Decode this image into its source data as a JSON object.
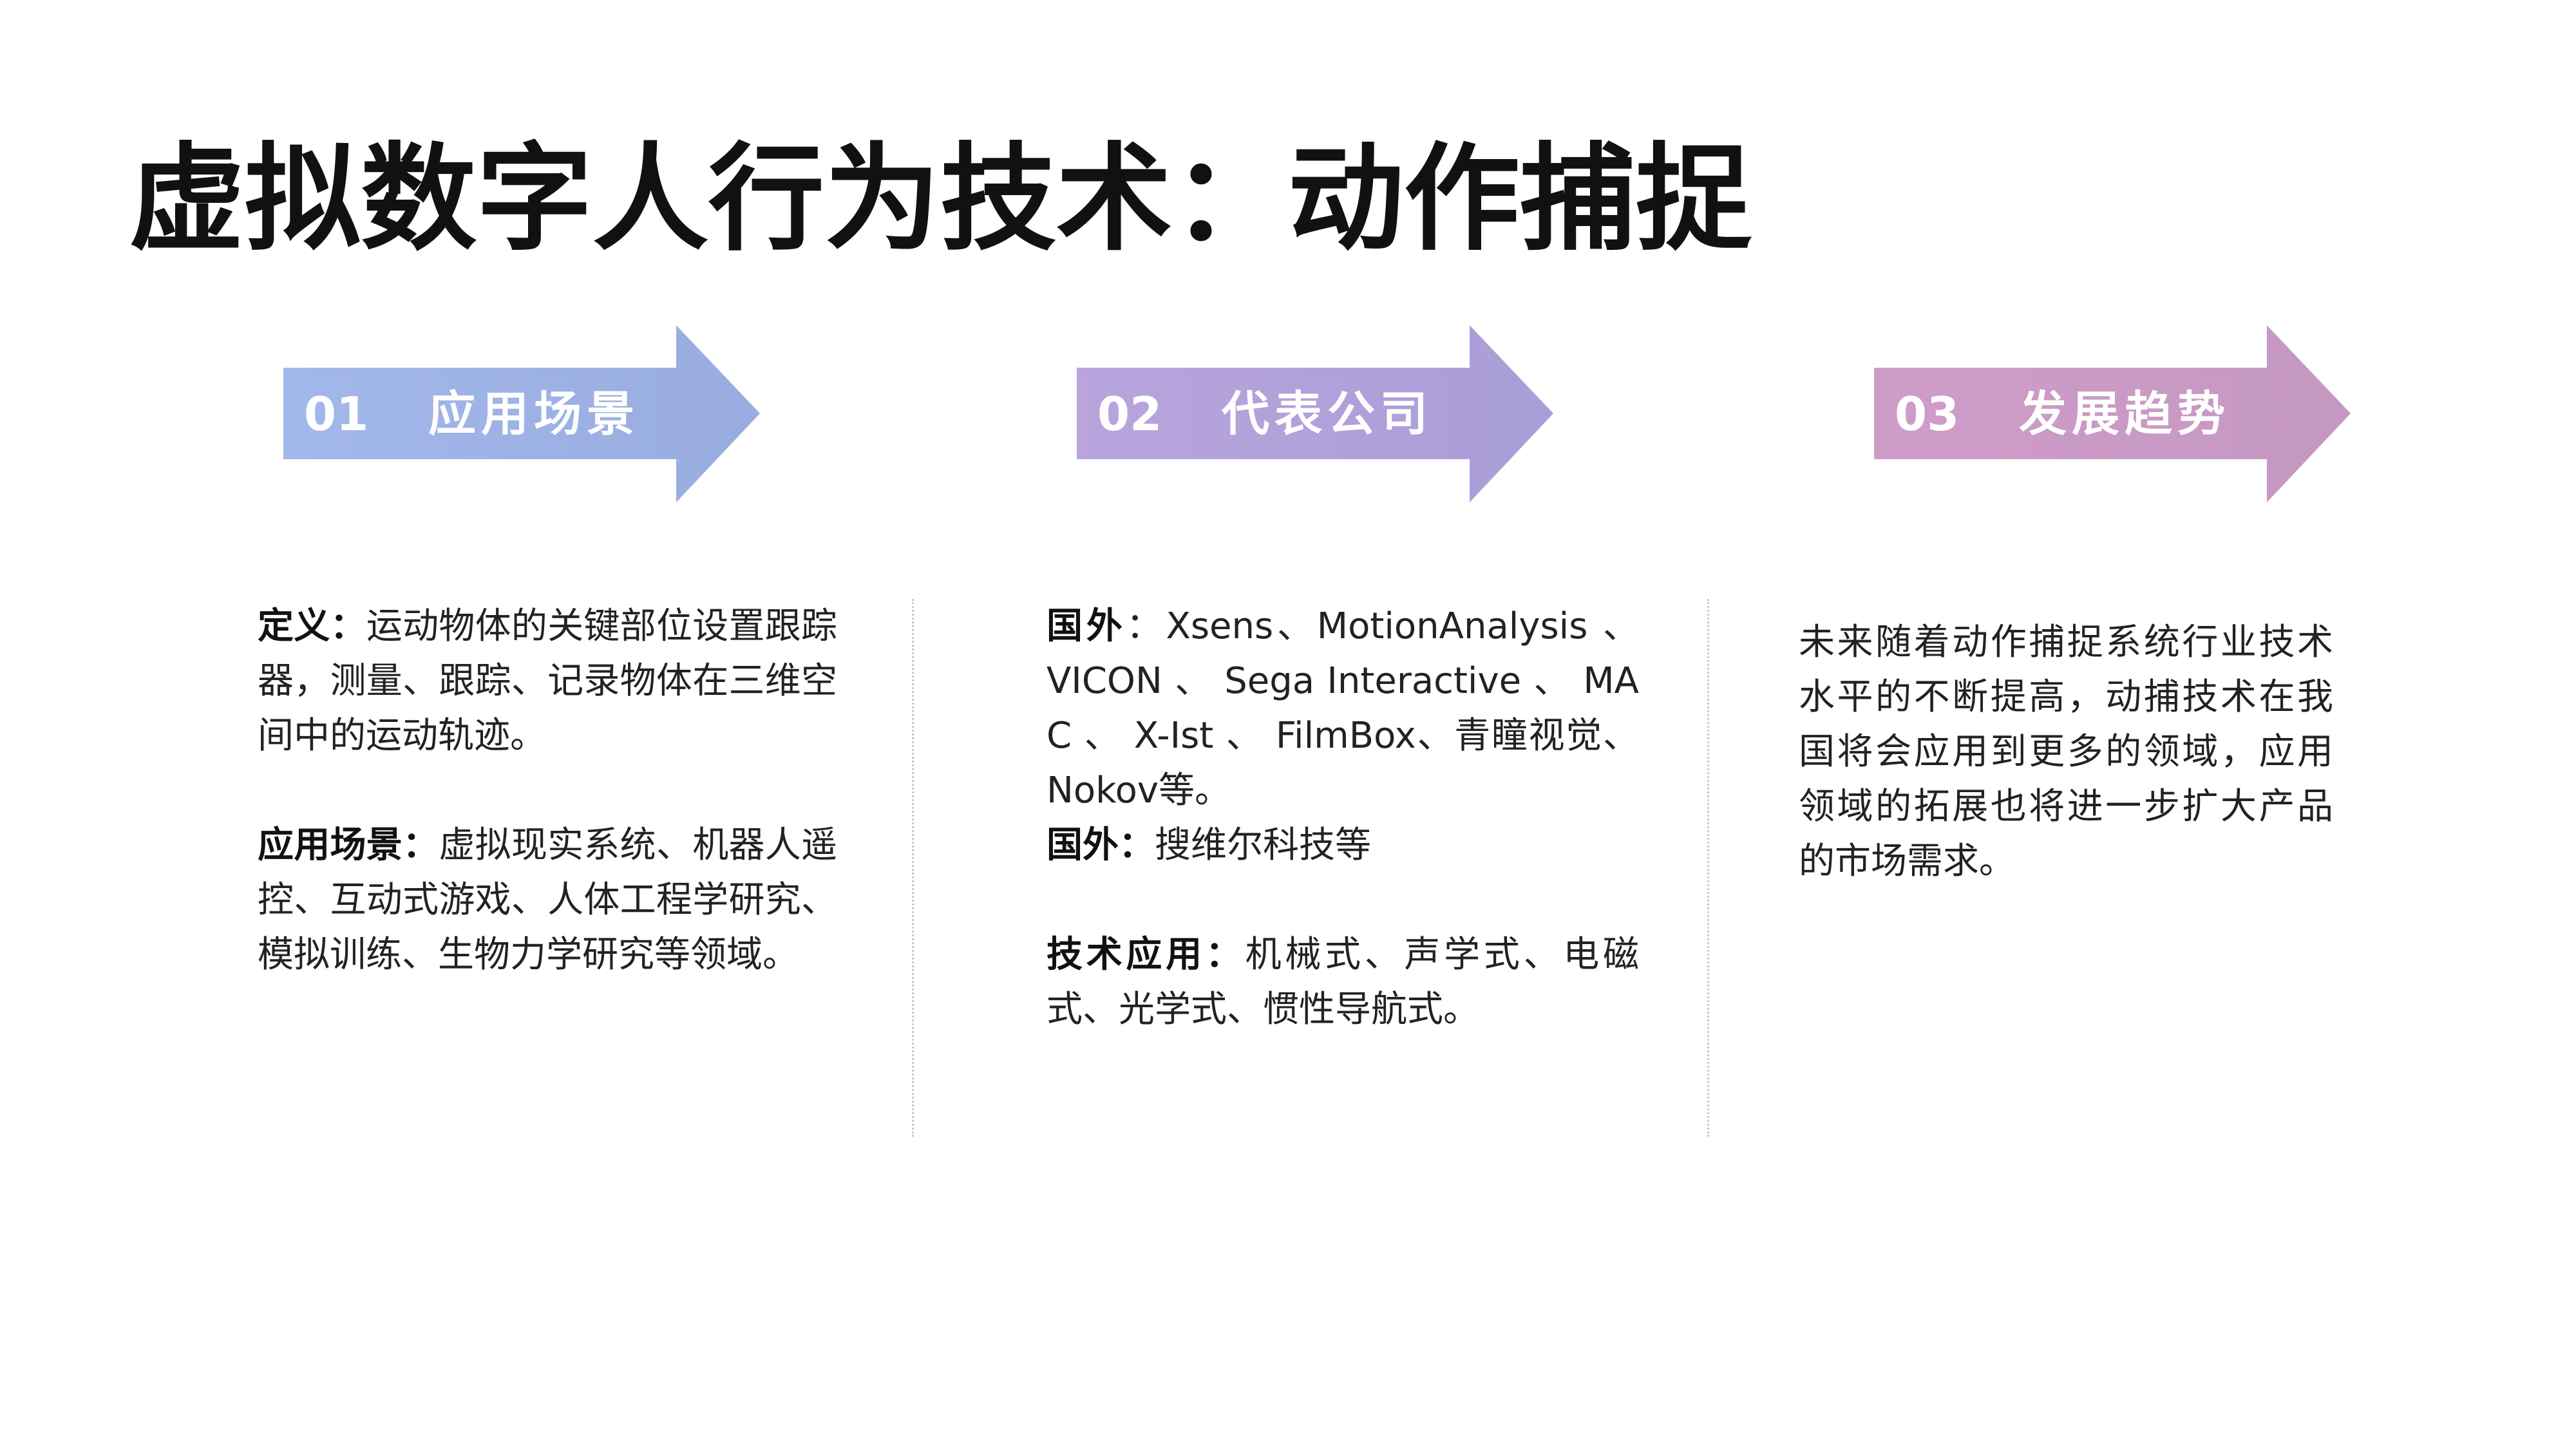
{
  "title": "虚拟数字人行为技术：动作捕捉",
  "sections": [
    {
      "num": "01",
      "label": "应用场景",
      "color_start": "#a3b8ea",
      "color_end": "#98acdf"
    },
    {
      "num": "02",
      "label": "代表公司",
      "color_start": "#b9a4dc",
      "color_end": "#a99ed8"
    },
    {
      "num": "03",
      "label": "发展趋势",
      "color_start": "#cf9cc8",
      "color_end": "#c498c2"
    }
  ],
  "col1": {
    "def_label": "定义：",
    "def_text": "运动物体的关键部位设置跟踪器，测量、跟踪、记录物体在三维空间中的运动轨迹。",
    "scene_label": "应用场景：",
    "scene_text": "虚拟现实系统、机器人遥控、互动式游戏、人体工程学研究、模拟训练、生物力学研究等领域。"
  },
  "col2": {
    "foreign_label": "国外",
    "foreign_text": "：Xsens、MotionAnalysis 、 VICON 、 Sega Interactive 、 MAC 、 X-Ist 、 FilmBox、青瞳视觉、Nokov等。",
    "domestic_label": "国外：",
    "domestic_text": "搜维尔科技等",
    "tech_label": "技术应用：",
    "tech_text": "机械式、声学式、电磁式、光学式、惯性导航式。"
  },
  "col3": {
    "text": "未来随着动作捕捉系统行业技术水平的不断提高，动捕技术在我国将会应用到更多的领域，应用领域的拓展也将进一步扩大产品的市场需求。"
  }
}
